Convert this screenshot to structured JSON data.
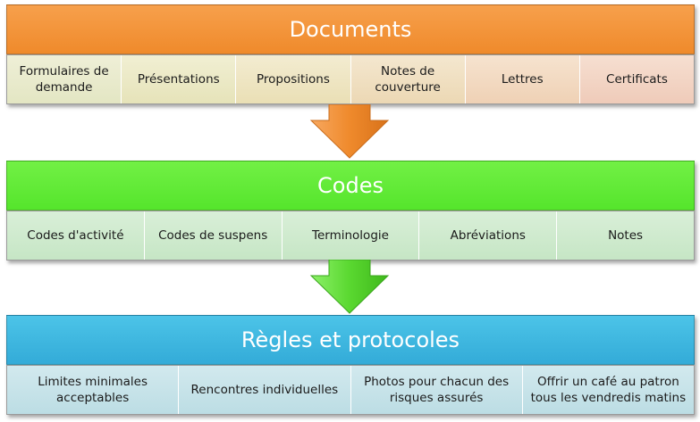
{
  "sections": {
    "documents": {
      "title": "Documents",
      "color": "#f29436",
      "items": [
        "Formulaires de demande",
        "Présentations",
        "Propositions",
        "Notes de couverture",
        "Lettres",
        "Certificats"
      ]
    },
    "codes": {
      "title": "Codes",
      "color": "#5eea36",
      "items": [
        "Codes d'activité",
        "Codes de suspens",
        "Terminologie",
        "Abréviations",
        "Notes"
      ]
    },
    "rules": {
      "title": "Règles et protocoles",
      "color": "#3bb6de",
      "items": [
        "Limites minimales acceptables",
        "Rencontres individuelles",
        "Photos pour chacun des risques assurés",
        "Offrir un café au patron tous les vendredis matins"
      ]
    }
  },
  "arrows": [
    {
      "from": "documents",
      "to": "codes",
      "color": "#f08a2c",
      "icon": "down-arrow-icon"
    },
    {
      "from": "codes",
      "to": "rules",
      "color": "#56d72c",
      "icon": "down-arrow-icon"
    }
  ]
}
